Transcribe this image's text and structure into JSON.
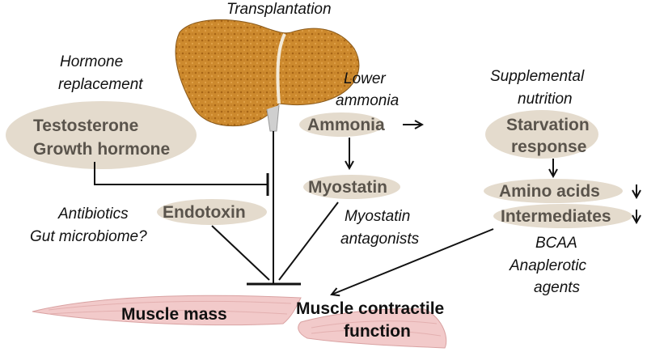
{
  "labels": {
    "transplantation": "Transplantation",
    "hormone_replacement_1": "Hormone",
    "hormone_replacement_2": "replacement",
    "testosterone": "Testosterone",
    "growth_hormone": "Growth hormone",
    "lower_ammonia_1": "Lower",
    "lower_ammonia_2": "ammonia",
    "ammonia": "Ammonia",
    "myostatin": "Myostatin",
    "myostatin_antagonists_1": "Myostatin",
    "myostatin_antagonists_2": "antagonists",
    "antibiotics": "Antibiotics",
    "gut_microbiome": "Gut microbiome?",
    "endotoxin": "Endotoxin",
    "supplemental_nutrition_1": "Supplemental",
    "supplemental_nutrition_2": "nutrition",
    "starvation": "Starvation",
    "response": "response",
    "amino_acids": "Amino acids",
    "intermediates": "Intermediates",
    "bcaa": "BCAA",
    "anaplerotic": "Anaplerotic",
    "agents": "agents",
    "muscle_mass": "Muscle mass",
    "muscle_contractile_1": "Muscle contractile",
    "muscle_contractile_2": "function"
  },
  "colors": {
    "oval_fill": "#e4dbcd",
    "node_text": "#5a544c",
    "liver": "#c9822a",
    "muscle": "#f2c9c9",
    "line": "#111111"
  }
}
